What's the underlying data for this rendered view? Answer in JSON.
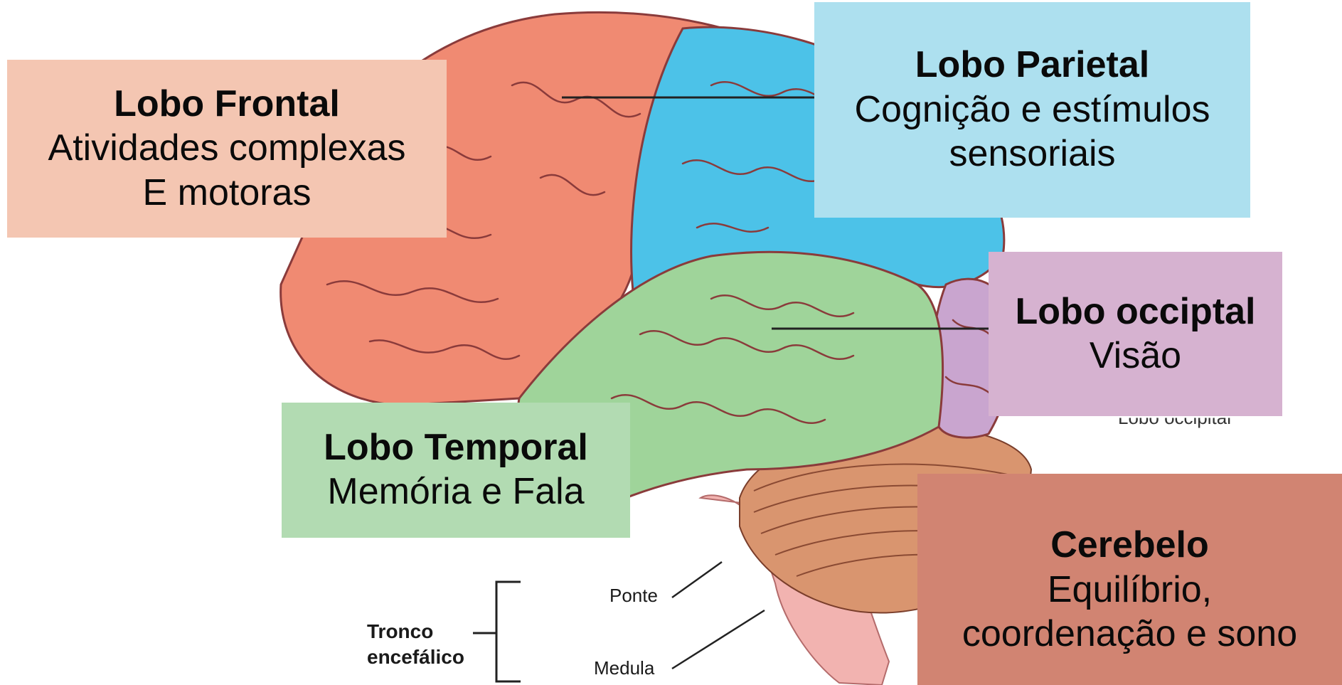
{
  "lobes": {
    "frontal": {
      "title": "Lobo Frontal",
      "desc": [
        "Atividades complexas",
        "E motoras"
      ],
      "color": "#f4c6b2"
    },
    "parietal": {
      "title": "Lobo Parietal",
      "desc": [
        "Cognição e estímulos",
        "sensoriais"
      ],
      "color": "#ade0ef"
    },
    "occipital": {
      "title": "Lobo occiptal",
      "desc": [
        "Visão"
      ],
      "color": "#d6b2d0"
    },
    "temporal": {
      "title": "Lobo Temporal",
      "desc": [
        "Memória e Fala"
      ],
      "color": "#b2dbb2"
    },
    "cerebelo": {
      "title": "Cerebelo",
      "desc": [
        "Equilíbrio,",
        "coordenação e sono"
      ],
      "color": "#d18472"
    }
  },
  "anatomy_labels": {
    "tronco": [
      "Tronco",
      "encefálico"
    ],
    "ponte": "Ponte",
    "medula": "Medula",
    "occipital_original": "Lobo occipital"
  },
  "brain_colors": {
    "frontal": "#f08a72",
    "parietal": "#4cc2e8",
    "temporal": "#9fd49a",
    "occipital": "#c9a5cf",
    "cerebelo": "#d9956f",
    "tronco": "#f2b3b0",
    "sulcus": "#8a3b3b"
  }
}
